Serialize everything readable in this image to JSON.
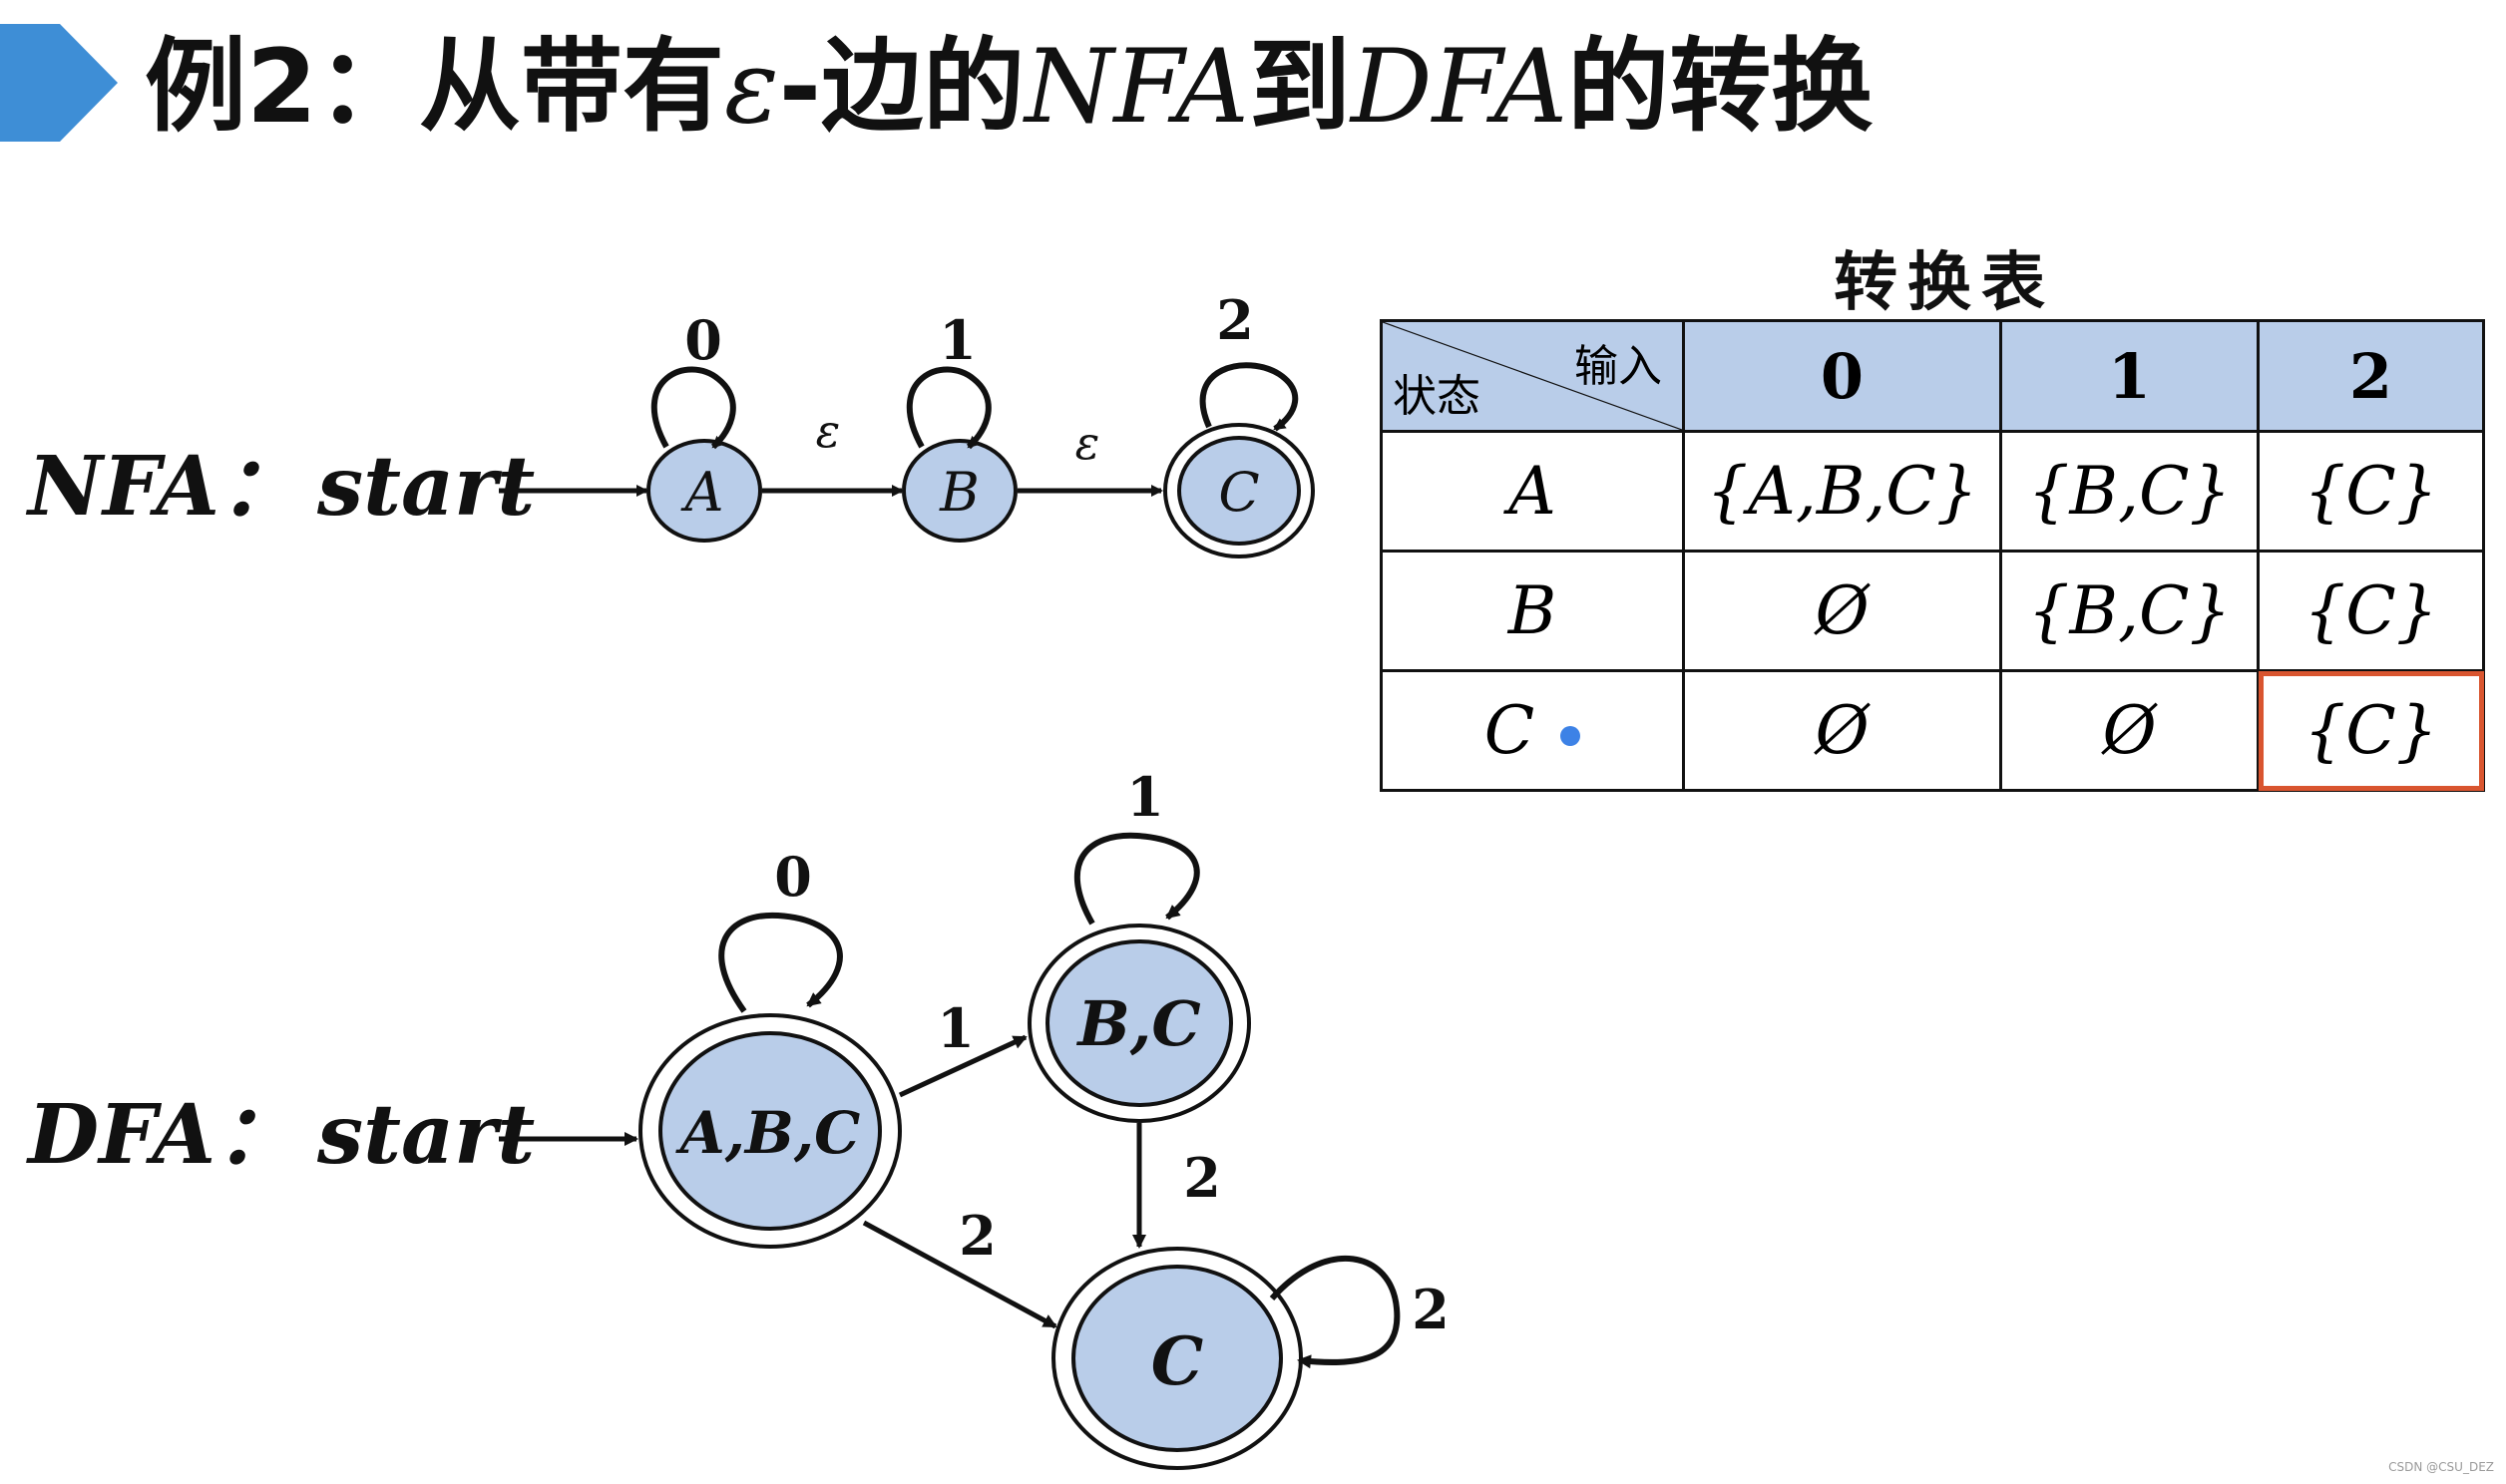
{
  "title": {
    "prefix": "例2：从带有",
    "epsilon": "ε",
    "middle1": "-边的",
    "nfa": "NFA",
    "middle2": "到",
    "dfa": "DFA",
    "suffix": "的转换"
  },
  "colors": {
    "accent_blue": "#3e8ed6",
    "state_fill": "#b9cde9",
    "highlight_border": "#d9552f",
    "cursor_dot": "#3d82e6"
  },
  "nfa": {
    "label": "NFA：",
    "start_label": "start",
    "states": [
      "A",
      "B",
      "C"
    ],
    "self_loops": [
      "0",
      "1",
      "2"
    ],
    "edge_labels": [
      "ε",
      "ε"
    ]
  },
  "dfa": {
    "label": "DFA：",
    "start_label": "start",
    "states": [
      "A,B,C",
      "B,C",
      "C"
    ],
    "self_loops": [
      "0",
      "1",
      "2"
    ],
    "edge_labels": [
      "1",
      "2",
      "2"
    ]
  },
  "table": {
    "caption": "转换表",
    "corner_input": "输入",
    "corner_state": "状态",
    "headers": [
      "0",
      "1",
      "2"
    ],
    "rows": [
      {
        "state": "A",
        "cells": [
          "{A,B,C}",
          "{B,C}",
          "{C}"
        ]
      },
      {
        "state": "B",
        "cells": [
          "Ø",
          "{B,C}",
          "{C}"
        ]
      },
      {
        "state": "C",
        "cells": [
          "Ø",
          "Ø",
          "{C}"
        ]
      }
    ],
    "highlighted_cell": "C-2"
  },
  "watermark": "CSDN @CSU_DEZ"
}
